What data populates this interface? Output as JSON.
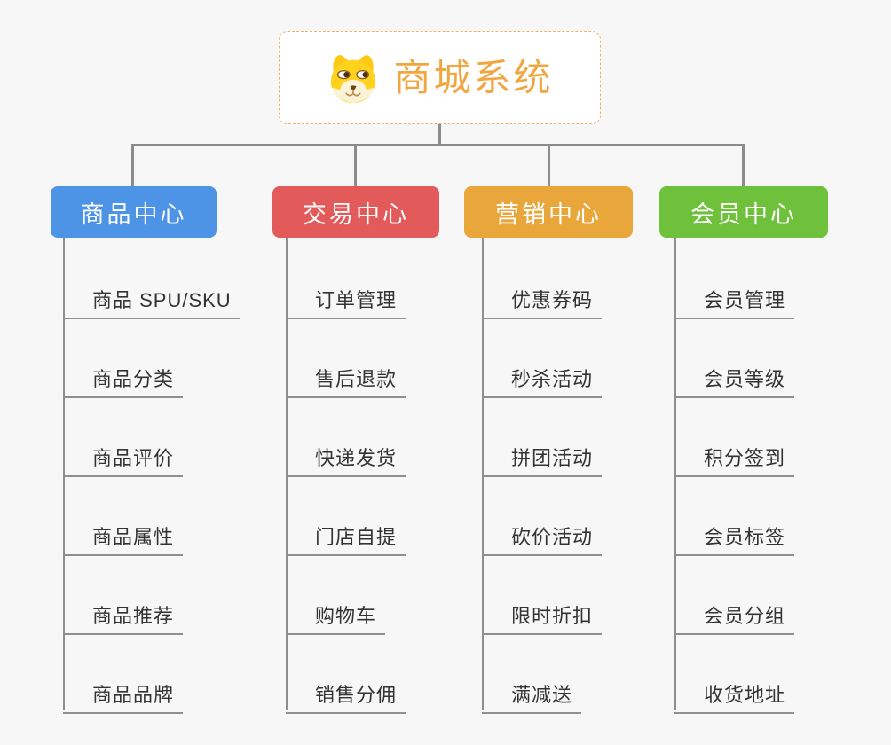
{
  "root": {
    "title": "商城系统",
    "icon": "shiba-dog-face-icon",
    "title_color": "#F2A640",
    "border_color": "#F0B262"
  },
  "branches": [
    {
      "label": "商品中心",
      "color": "#4D93E6",
      "items": [
        "商品 SPU/SKU",
        "商品分类",
        "商品评价",
        "商品属性",
        "商品推荐",
        "商品品牌"
      ]
    },
    {
      "label": "交易中心",
      "color": "#E35A5A",
      "items": [
        "订单管理",
        "售后退款",
        "快递发货",
        "门店自提",
        "购物车",
        "销售分佣"
      ]
    },
    {
      "label": "营销中心",
      "color": "#E9A63B",
      "items": [
        "优惠券码",
        "秒杀活动",
        "拼团活动",
        "砍价活动",
        "限时折扣",
        "满减送"
      ]
    },
    {
      "label": "会员中心",
      "color": "#6FC13C",
      "items": [
        "会员管理",
        "会员等级",
        "积分签到",
        "会员标签",
        "会员分组",
        "收货地址"
      ]
    }
  ],
  "connector_color": "#8C8C8C",
  "background_color": "#F7F7F7"
}
